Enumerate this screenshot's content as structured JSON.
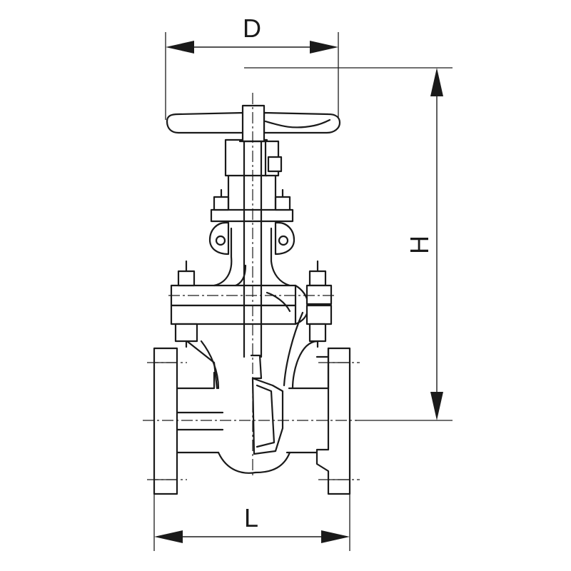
{
  "dimensions": {
    "d_label": "D",
    "h_label": "H",
    "l_label": "L"
  }
}
